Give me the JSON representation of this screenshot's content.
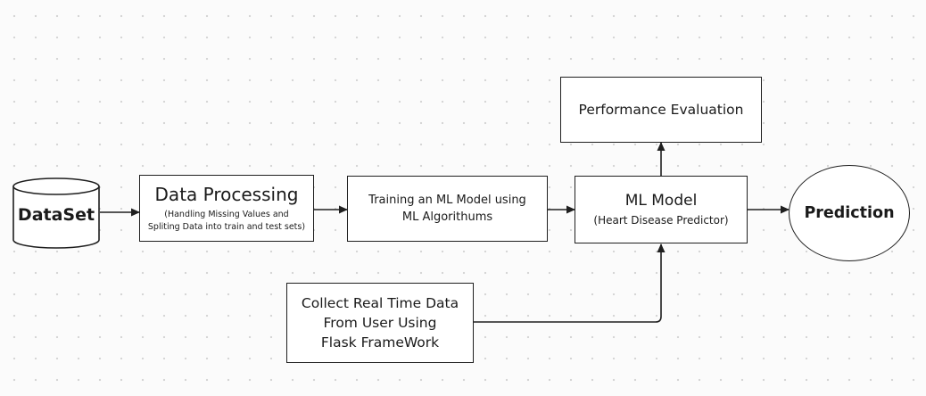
{
  "nodes": {
    "dataset": {
      "label": "DataSet"
    },
    "data_processing": {
      "title": "Data Processing",
      "subtitle_line1": "(Handling Missing Values and",
      "subtitle_line2": "Spliting Data into train and test sets)"
    },
    "training": {
      "line1": "Training an ML Model using",
      "line2": "ML Algorithums"
    },
    "ml_model": {
      "title": "ML Model",
      "subtitle": "(Heart Disease Predictor)"
    },
    "performance_evaluation": {
      "label": "Performance Evaluation"
    },
    "prediction": {
      "label": "Prediction"
    },
    "collect_data": {
      "line1": "Collect Real Time Data",
      "line2": "From User Using",
      "line3": "Flask FrameWork"
    }
  },
  "edges": [
    {
      "from": "dataset",
      "to": "data_processing"
    },
    {
      "from": "data_processing",
      "to": "training"
    },
    {
      "from": "training",
      "to": "ml_model"
    },
    {
      "from": "ml_model",
      "to": "prediction"
    },
    {
      "from": "ml_model",
      "to": "performance_evaluation"
    },
    {
      "from": "collect_data",
      "to": "ml_model"
    }
  ],
  "colors": {
    "stroke": "#1f1f1f",
    "fill": "#ffffff",
    "background": "#fbfbfb",
    "grid_dot": "#d2d2d2"
  }
}
